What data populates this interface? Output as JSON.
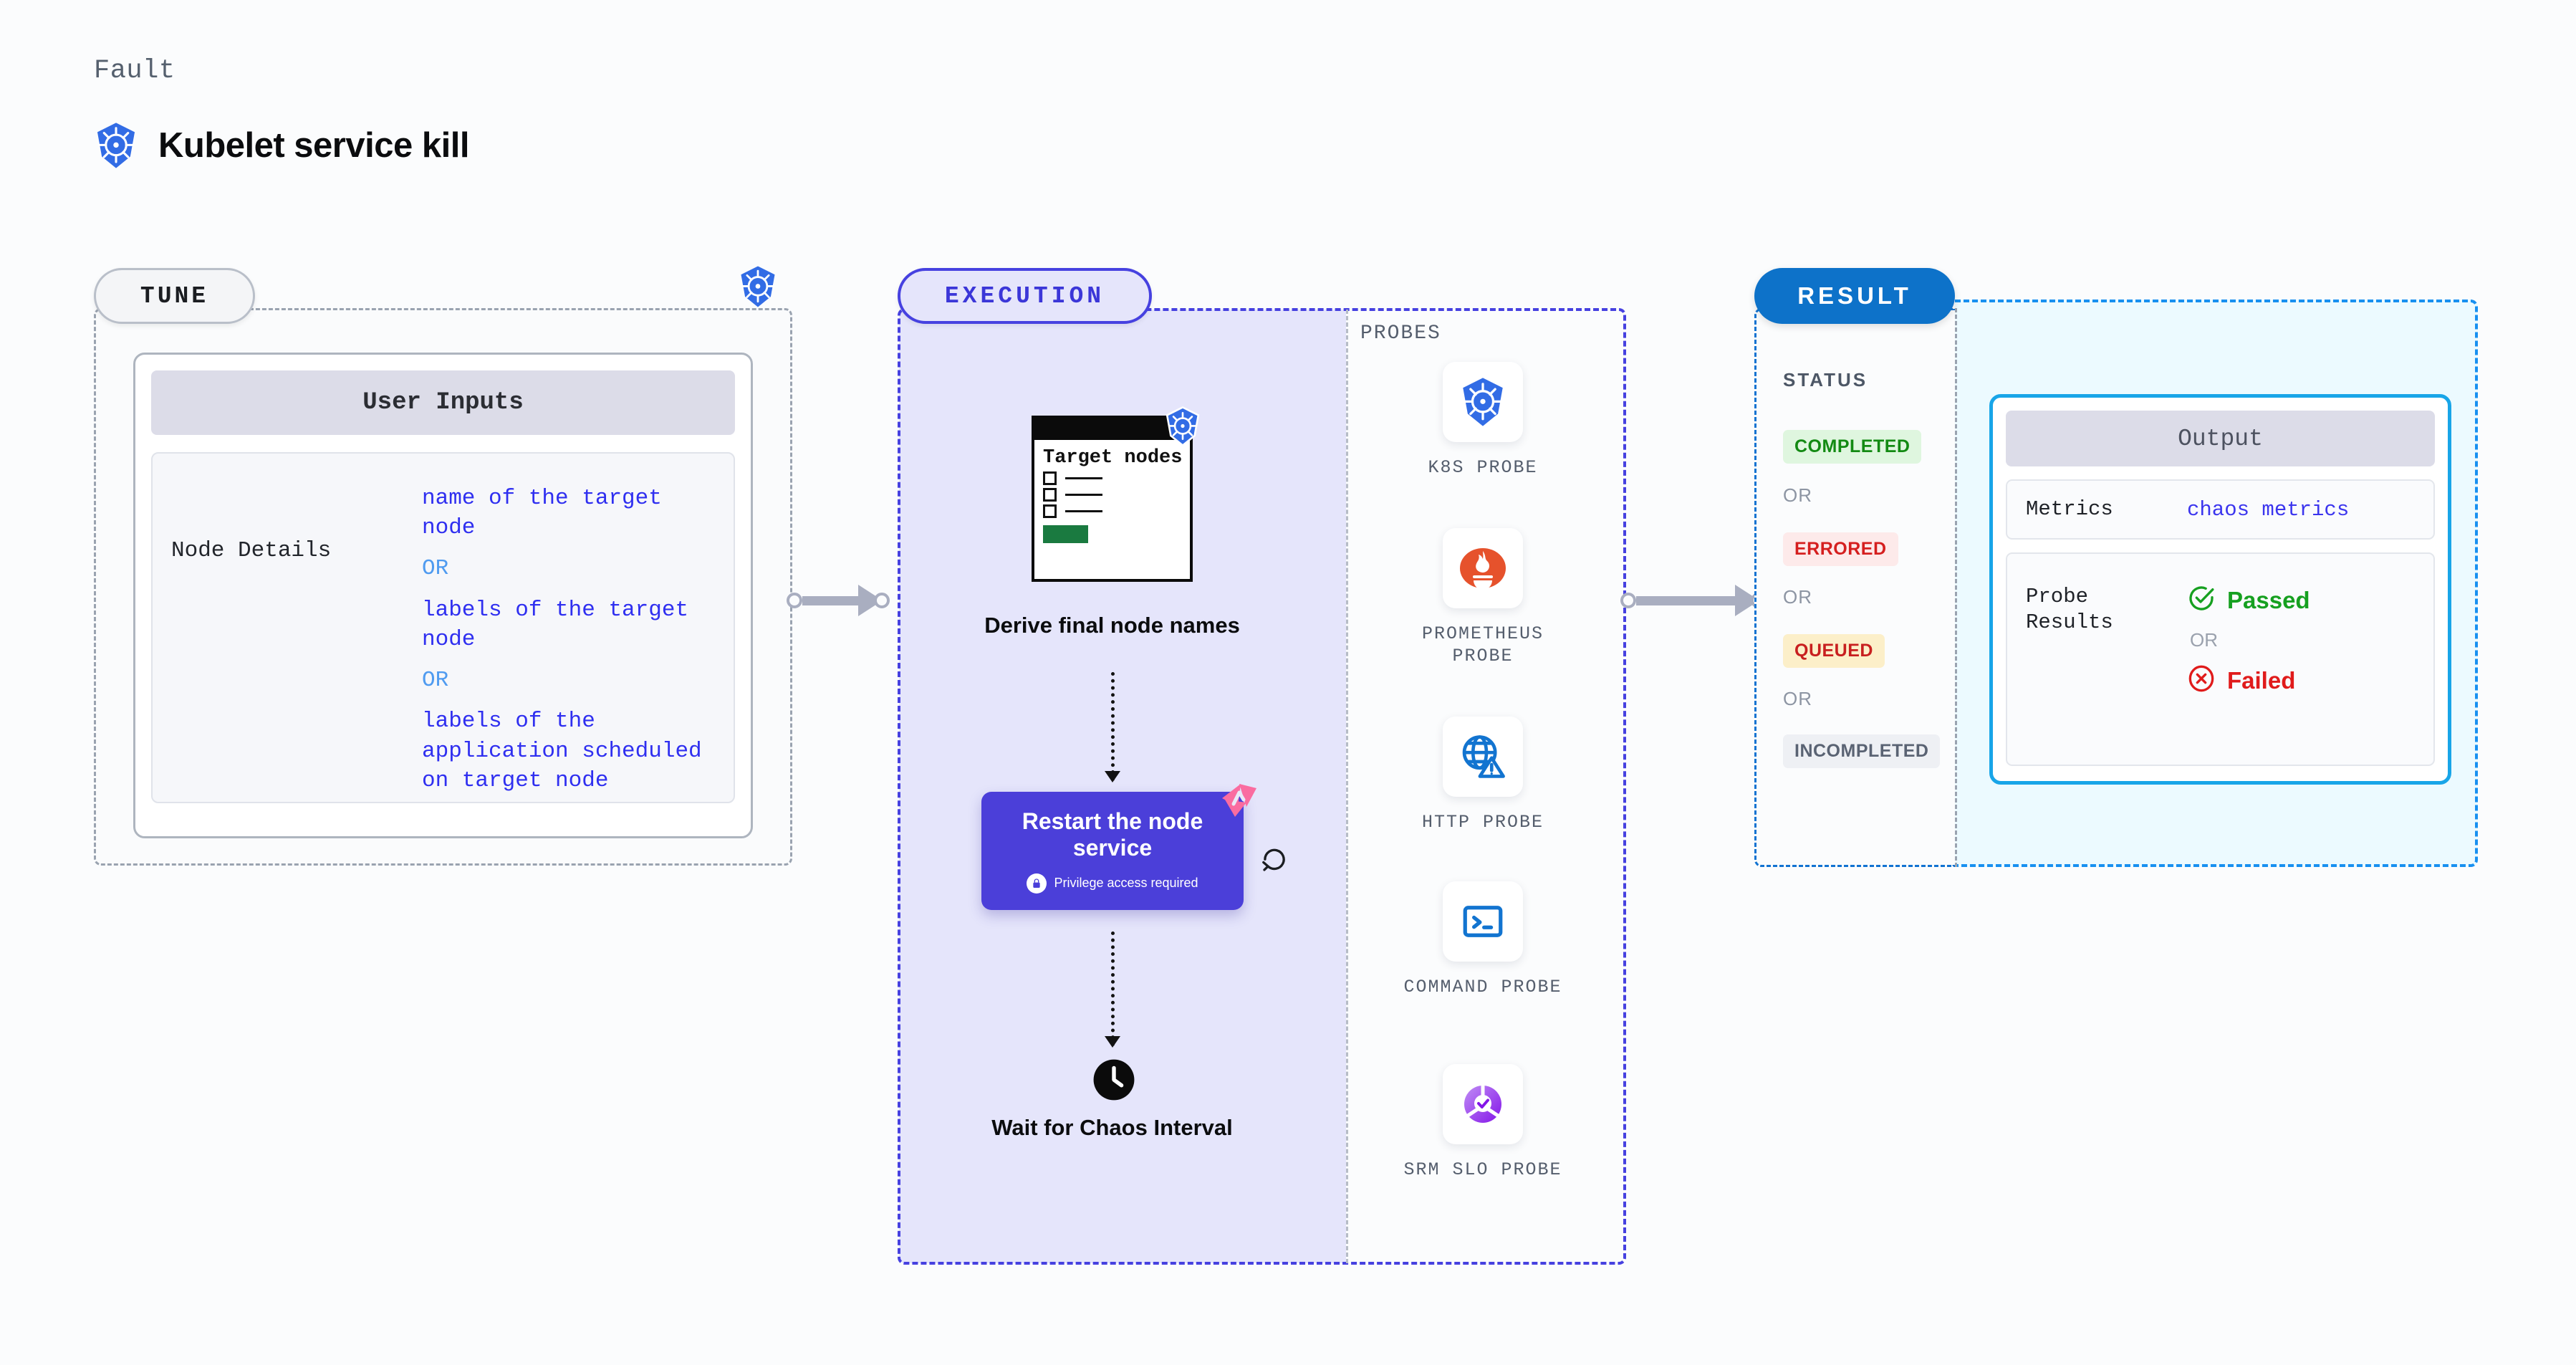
{
  "header": {
    "eyebrow": "Fault",
    "title": "Kubelet service kill",
    "icon": "kubernetes-icon"
  },
  "tune": {
    "chip_label": "TUNE",
    "corner_icon": "kubernetes-icon",
    "card_title": "User Inputs",
    "rows": [
      {
        "key": "Node Details",
        "values": [
          "name of the target node",
          "OR",
          "labels of the target node",
          "OR",
          "labels of the application scheduled on target node"
        ]
      }
    ]
  },
  "execution": {
    "chip_label": "EXECUTION",
    "target_card": {
      "title": "Target nodes",
      "icon": "kubernetes-icon",
      "checkbox_count": 3
    },
    "steps": [
      {
        "label": "Derive final node names"
      },
      {
        "label": "Restart the node service",
        "privilege_note": "Privilege access required",
        "privilege_icon": "lock-icon",
        "corner_icon": "litmus-icon",
        "side_icon": "retry-icon"
      },
      {
        "label": "Wait for Chaos Interval",
        "icon": "clock-icon"
      }
    ]
  },
  "probes": {
    "title": "PROBES",
    "items": [
      {
        "label": "K8S PROBE",
        "icon": "kubernetes-icon"
      },
      {
        "label": "PROMETHEUS PROBE",
        "icon": "prometheus-icon"
      },
      {
        "label": "HTTP PROBE",
        "icon": "globe-warning-icon"
      },
      {
        "label": "COMMAND PROBE",
        "icon": "terminal-icon"
      },
      {
        "label": "SRM SLO PROBE",
        "icon": "slo-donut-icon"
      }
    ]
  },
  "result": {
    "chip_label": "RESULT",
    "status_title": "STATUS",
    "or_label": "OR",
    "statuses": [
      {
        "label": "COMPLETED",
        "bg": "#dff6df",
        "fg": "#138a13"
      },
      {
        "label": "ERRORED",
        "bg": "#fdeaea",
        "fg": "#d51f1f"
      },
      {
        "label": "QUEUED",
        "bg": "#fcefc9",
        "fg": "#c81f1f"
      },
      {
        "label": "INCOMPLETED",
        "bg": "#eef0f4",
        "fg": "#5a6373"
      }
    ],
    "output": {
      "title": "Output",
      "metrics_key": "Metrics",
      "metrics_value": "chaos metrics",
      "probe_results_key": "Probe Results",
      "passed_label": "Passed",
      "failed_label": "Failed",
      "or_label": "OR",
      "passed_icon": "check-circle-icon",
      "failed_icon": "x-circle-icon"
    }
  },
  "colors": {
    "page_bg": "#fbfcfd",
    "execution_fill": "#e5e5fb",
    "execution_border": "#4641e0",
    "result_chip": "#0d72c9",
    "output_border": "#18a5e8",
    "output_bg": "#ecfaff",
    "accent_purple": "#4b3fd9",
    "litmus_pink": "#fa6ca0",
    "value_blue": "#2f2ff0",
    "or_blue": "#4f9bf0"
  }
}
